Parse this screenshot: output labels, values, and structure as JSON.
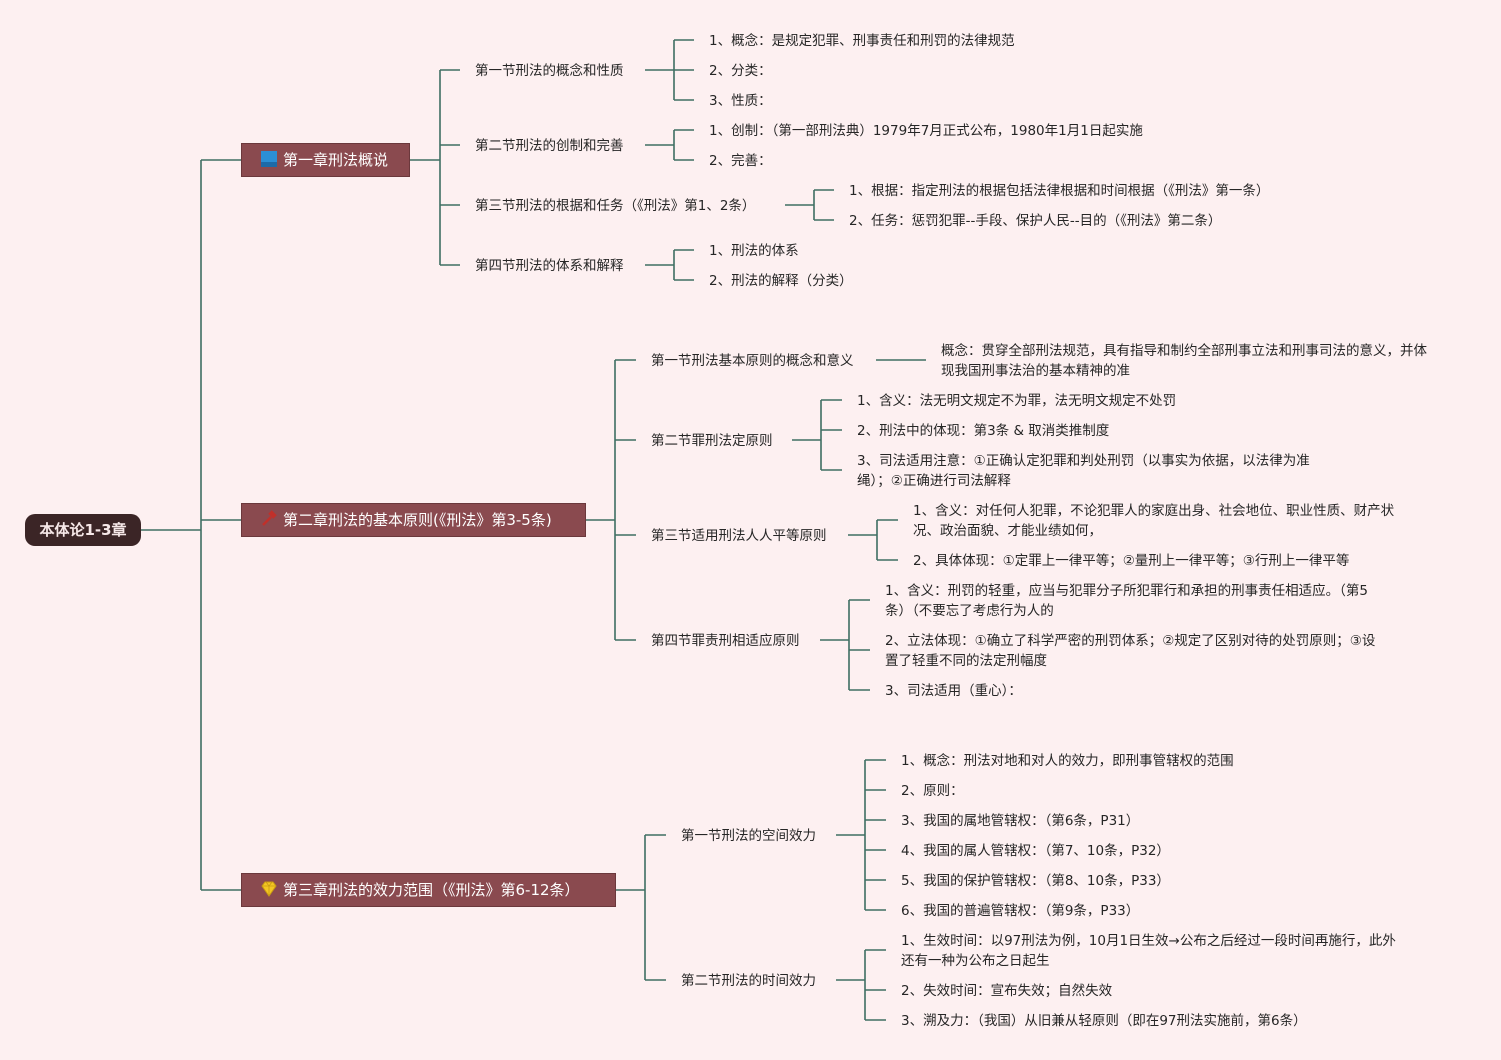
{
  "root": "本体论1-3章",
  "chapters": [
    {
      "label": "第一章刑法概说",
      "icon": "book-icon",
      "sections": [
        {
          "label": "第一节刑法的概念和性质",
          "items": [
            "1、概念：是规定犯罪、刑事责任和刑罚的法律规范",
            "2、分类：",
            "3、性质："
          ]
        },
        {
          "label": "第二节刑法的创制和完善",
          "items": [
            "1、创制：（第一部刑法典）1979年7月正式公布，1980年1月1日起实施",
            "2、完善："
          ]
        },
        {
          "label": "第三节刑法的根据和任务（《刑法》第1、2条）",
          "items": [
            "1、根据：指定刑法的根据包括法律根据和时间根据（《刑法》第一条）",
            "2、任务：惩罚犯罪--手段、保护人民--目的（《刑法》第二条）"
          ]
        },
        {
          "label": "第四节刑法的体系和解释",
          "items": [
            "1、刑法的体系",
            "2、刑法的解释（分类）"
          ]
        }
      ]
    },
    {
      "label": "第二章刑法的基本原则(《刑法》第3-5条)",
      "icon": "hammer-icon",
      "sections": [
        {
          "label": "第一节刑法基本原则的概念和意义",
          "items": [
            "概念：贯穿全部刑法规范，具有指导和制约全部刑事立法和刑事司法的意义，并体现我国刑事法治的基本精神的准"
          ]
        },
        {
          "label": "第二节罪刑法定原则",
          "items": [
            "1、含义：法无明文规定不为罪，法无明文规定不处罚",
            "2、刑法中的体现：第3条 & 取消类推制度",
            "3、司法适用注意：①正确认定犯罪和判处刑罚（以事实为依据，以法律为准绳）；②正确进行司法解释"
          ]
        },
        {
          "label": "第三节适用刑法人人平等原则",
          "items": [
            "1、含义：对任何人犯罪，不论犯罪人的家庭出身、社会地位、职业性质、财产状况、政治面貌、才能业绩如何，",
            "2、具体体现：①定罪上一律平等；②量刑上一律平等；③行刑上一律平等"
          ]
        },
        {
          "label": "第四节罪责刑相适应原则",
          "items": [
            "1、含义：刑罚的轻重，应当与犯罪分子所犯罪行和承担的刑事责任相适应。（第5条）（不要忘了考虑行为人的",
            "2、立法体现：①确立了科学严密的刑罚体系；②规定了区别对待的处罚原则；③设置了轻重不同的法定刑幅度",
            "3、司法适用（重心）："
          ]
        }
      ]
    },
    {
      "label": "第三章刑法的效力范围（《刑法》第6-12条）",
      "icon": "diamond-icon",
      "sections": [
        {
          "label": "第一节刑法的空间效力",
          "items": [
            "1、概念：刑法对地和对人的效力，即刑事管辖权的范围",
            "2、原则：",
            "3、我国的属地管辖权：（第6条，P31）",
            "4、我国的属人管辖权：（第7、10条，P32）",
            "5、我国的保护管辖权：（第8、10条，P33）",
            "6、我国的普遍管辖权：（第9条，P33）"
          ]
        },
        {
          "label": "第二节刑法的时间效力",
          "items": [
            "1、生效时间：以97刑法为例，10月1日生效→公布之后经过一段时间再施行，此外还有一种为公布之日起生",
            "2、失效时间：宣布失效；自然失效",
            "3、溯及力：（我国）从旧兼从轻原则（即在97刑法实施前，第6条）"
          ]
        }
      ]
    }
  ],
  "colors": {
    "background": "#fdf0f1",
    "line": "#3f6f63",
    "root": "#3b2526",
    "chapter": "#8a4a4f"
  }
}
